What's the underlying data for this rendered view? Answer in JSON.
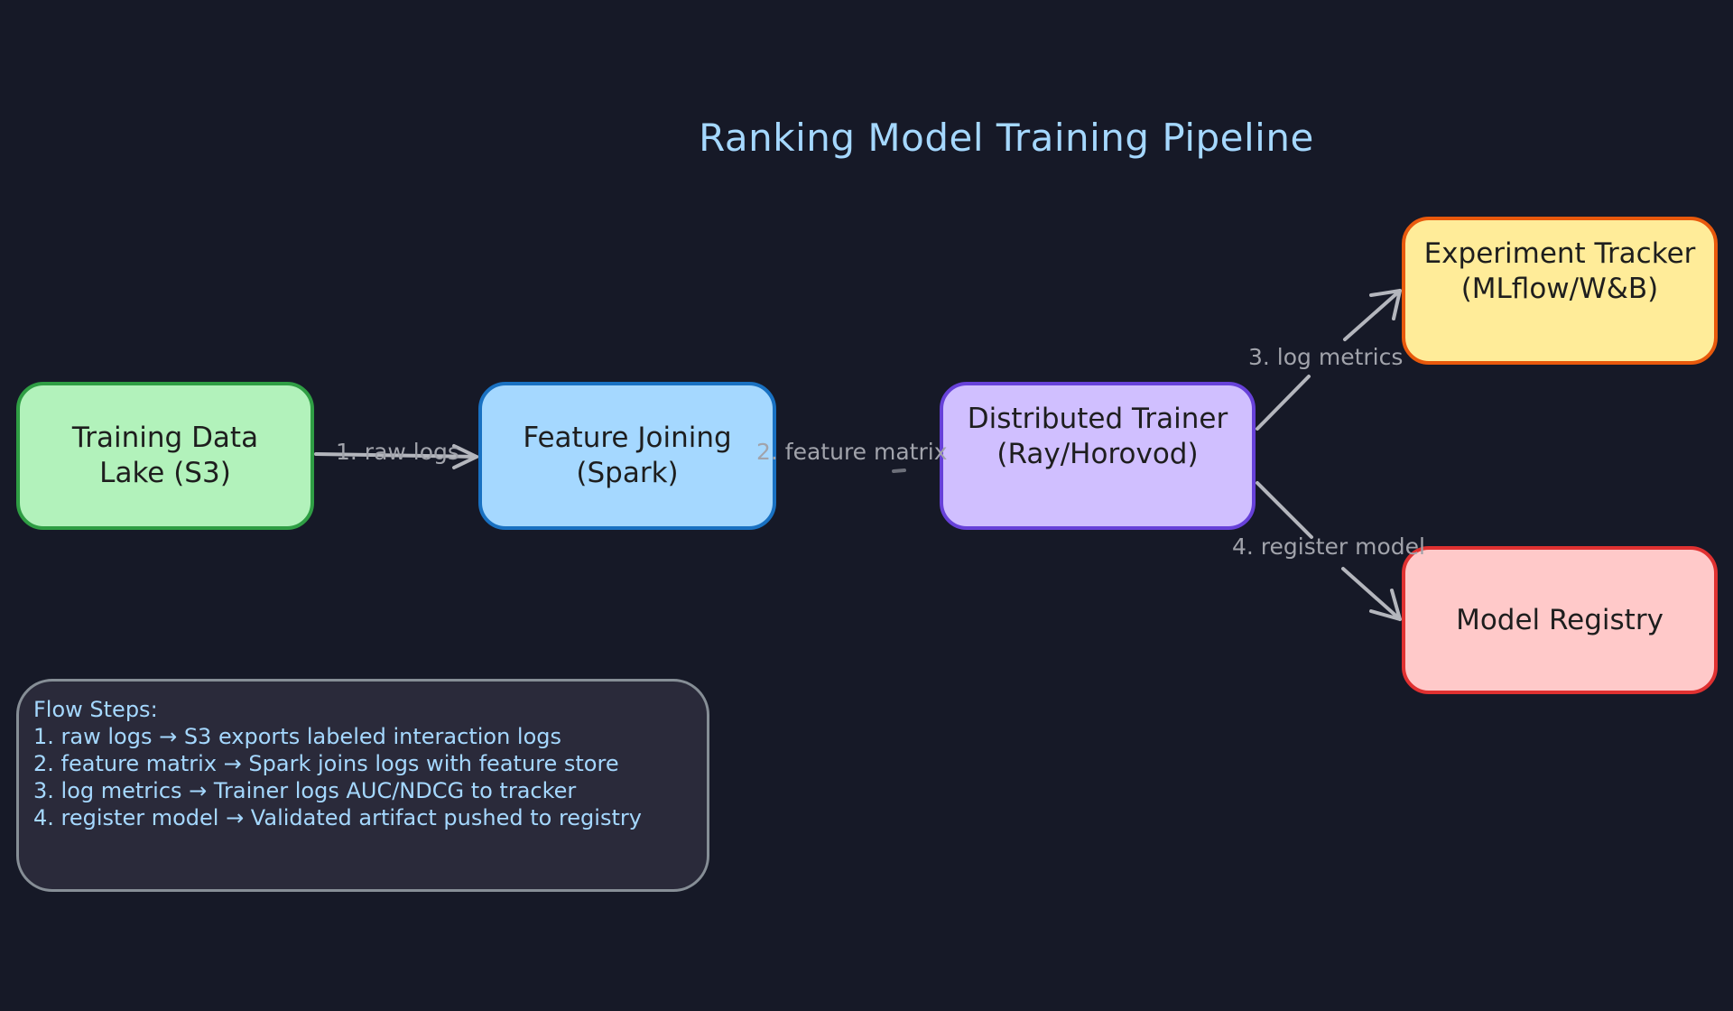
{
  "title": "Ranking Model Training Pipeline",
  "nodes": {
    "data_lake": "Training Data\nLake (S3)",
    "feature_joining": "Feature Joining\n(Spark)",
    "trainer": "Distributed Trainer\n(Ray/Horovod)",
    "tracker": "Experiment Tracker\n(MLflow/W&B)",
    "registry": "Model Registry"
  },
  "edges": {
    "e1": "1. raw logs",
    "e2": "2. feature matrix",
    "e3": "3. log metrics",
    "e4": "4. register model"
  },
  "legend": {
    "heading": "Flow Steps:",
    "lines": [
      "1. raw logs → S3 exports labeled interaction logs",
      "2. feature matrix → Spark joins logs with feature store",
      "3. log metrics → Trainer logs AUC/NDCG to tracker",
      "4. register model → Validated artifact pushed to registry"
    ]
  },
  "colors": {
    "background": "#161927",
    "title": "#a5d8ff",
    "arrow": "#b4b6bd",
    "data_lake_fill": "#b2f2bb",
    "feature_fill": "#a5d8ff",
    "trainer_fill": "#d0bfff",
    "tracker_fill": "#ffec99",
    "registry_fill": "#ffc9c9"
  }
}
